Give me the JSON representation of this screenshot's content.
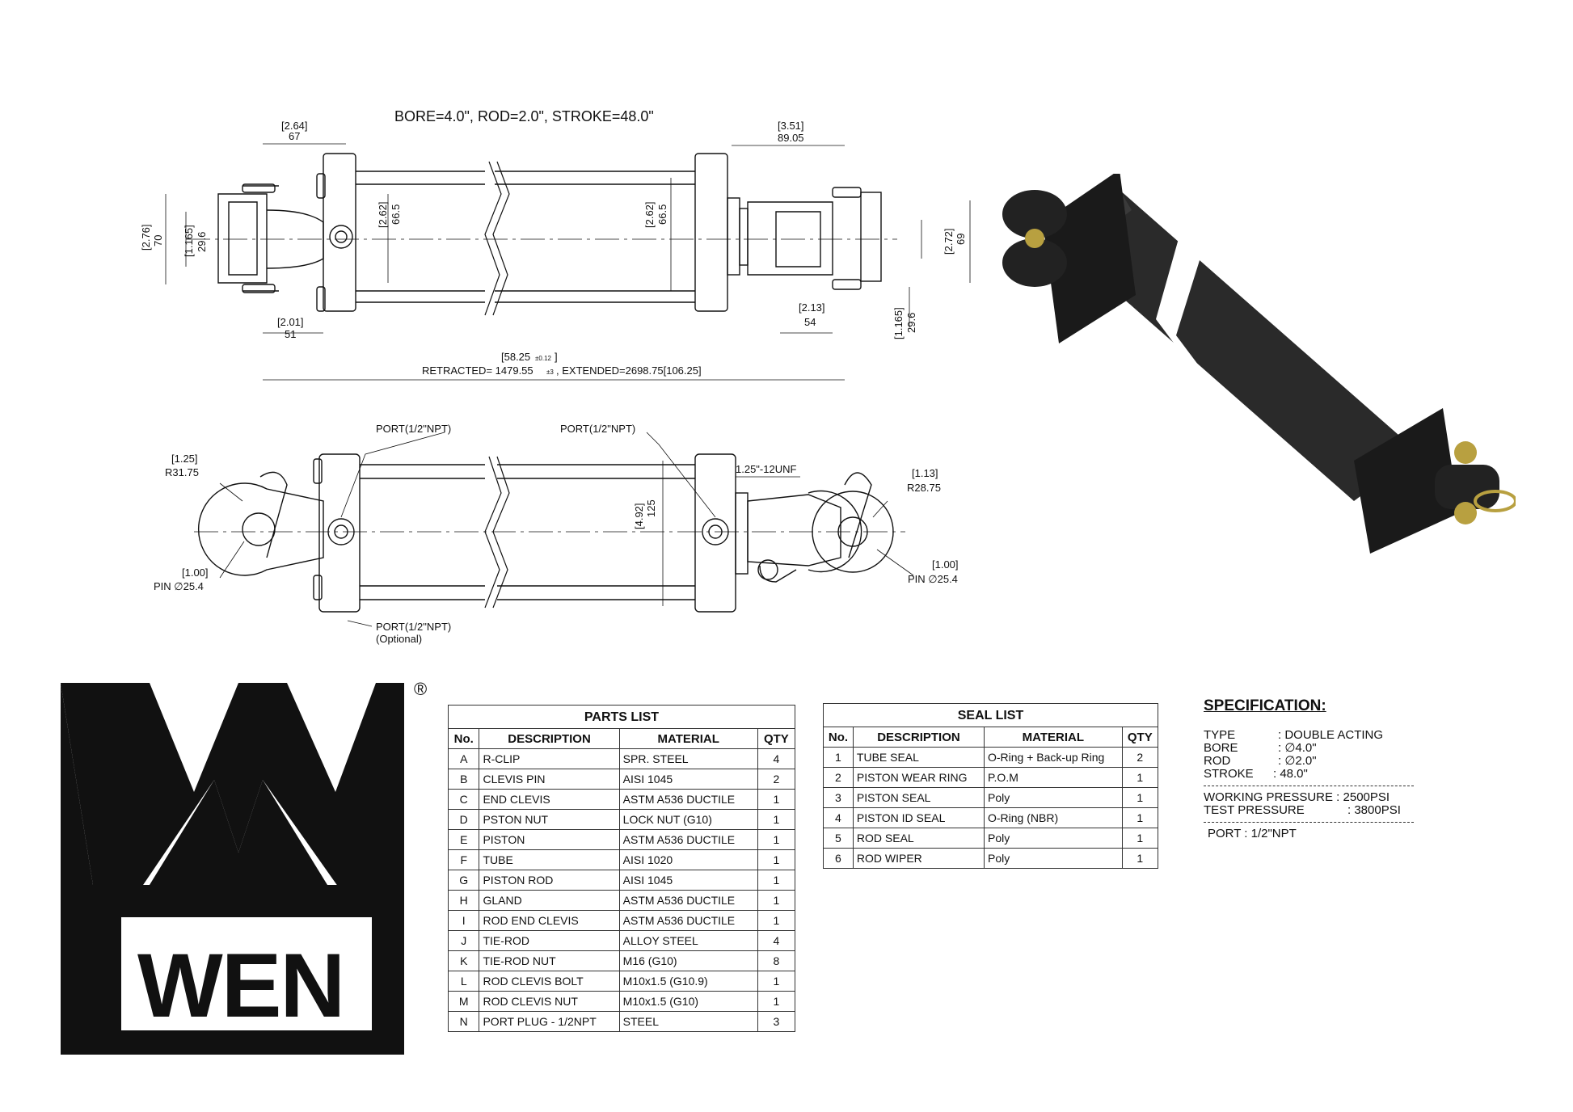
{
  "top_view": {
    "title": "BORE=4.0\", ROD=2.0\", STROKE=48.0\"",
    "dims": {
      "d1_in": "[2.64]",
      "d1_mm": "67",
      "d2_in": "[3.51]",
      "d2_mm": "89.05",
      "d3_in": "[2.76]",
      "d3_mm": "70",
      "d4_in": "[1.165]",
      "d4_mm": "29.6",
      "d5_in": "[2.62]",
      "d5_mm": "66.5",
      "d6_in": "[2.62]",
      "d6_mm": "66.5",
      "d7_in": "[2.72]",
      "d7_mm": "69",
      "d8_in": "[2.01]",
      "d8_mm": "51",
      "d9_in": "[2.13]",
      "d9_mm": "54",
      "d10_in": "[1.165]",
      "d10_mm": "29.6",
      "total_in": "[58.25",
      "total_tol": "±0.12",
      "total_close": "]",
      "total_line": "RETRACTED= 1479.55",
      "total_tol2": "±3",
      "total_line2": ", EXTENDED=2698.75[106.25]"
    }
  },
  "side_view": {
    "port1": "PORT(1/2\"NPT)",
    "port2": "PORT(1/2\"NPT)",
    "port3": "PORT(1/2\"NPT)",
    "port3_sub": "(Optional)",
    "thread": "1.25\"-12UNF",
    "r1_in": "[1.25]",
    "r1_mm": "R31.75",
    "r2_in": "[1.13]",
    "r2_mm": "R28.75",
    "pin1_in": "[1.00]",
    "pin1_mm": "PIN ∅25.4",
    "pin2_in": "[1.00]",
    "pin2_mm": "PIN ∅25.4",
    "h_in": "[4.92]",
    "h_mm": "125"
  },
  "logo": {
    "text": "WEN",
    "reg": "®"
  },
  "parts_list": {
    "title": "PARTS   LIST",
    "headers": [
      "No.",
      "DESCRIPTION",
      "MATERIAL",
      "QTY"
    ],
    "rows": [
      [
        "A",
        "R-CLIP",
        "SPR. STEEL",
        "4"
      ],
      [
        "B",
        "CLEVIS PIN",
        "AISI 1045",
        "2"
      ],
      [
        "C",
        "END CLEVIS",
        "ASTM A536 DUCTILE",
        "1"
      ],
      [
        "D",
        "PSTON NUT",
        "LOCK NUT (G10)",
        "1"
      ],
      [
        "E",
        "PISTON",
        "ASTM A536 DUCTILE",
        "1"
      ],
      [
        "F",
        "TUBE",
        "AISI 1020",
        "1"
      ],
      [
        "G",
        "PISTON ROD",
        "AISI 1045",
        "1"
      ],
      [
        "H",
        "GLAND",
        "ASTM A536 DUCTILE",
        "1"
      ],
      [
        "I",
        "ROD END CLEVIS",
        "ASTM A536 DUCTILE",
        "1"
      ],
      [
        "J",
        "TIE-ROD",
        "ALLOY STEEL",
        "4"
      ],
      [
        "K",
        "TIE-ROD NUT",
        "M16 (G10)",
        "8"
      ],
      [
        "L",
        "ROD CLEVIS BOLT",
        "M10x1.5 (G10.9)",
        "1"
      ],
      [
        "M",
        "ROD CLEVIS NUT",
        "M10x1.5 (G10)",
        "1"
      ],
      [
        "N",
        "PORT PLUG - 1/2NPT",
        "STEEL",
        "3"
      ]
    ]
  },
  "seal_list": {
    "title": "SEAL LIST",
    "headers": [
      "No.",
      "DESCRIPTION",
      "MATERIAL",
      "QTY"
    ],
    "rows": [
      [
        "1",
        "TUBE SEAL",
        "O-Ring + Back-up Ring",
        "2"
      ],
      [
        "2",
        "PISTON WEAR RING",
        "P.O.M",
        "1"
      ],
      [
        "3",
        "PISTON SEAL",
        "Poly",
        "1"
      ],
      [
        "4",
        "PISTON ID SEAL",
        "O-Ring (NBR)",
        "1"
      ],
      [
        "5",
        "ROD SEAL",
        "Poly",
        "1"
      ],
      [
        "6",
        "ROD WIPER",
        "Poly",
        "1"
      ]
    ]
  },
  "specification": {
    "title": "SPECIFICATION:",
    "type_k": "TYPE",
    "type_v": ": DOUBLE ACTING",
    "bore_k": "BORE",
    "bore_v": ": ∅4.0\"",
    "rod_k": "ROD",
    "rod_v": ": ∅2.0\"",
    "stroke_k": "STROKE",
    "stroke_v": ": 48.0\"",
    "wp": "WORKING PRESSURE : 2500PSI",
    "tp_k": "TEST PRESSURE",
    "tp_v": ": 3800PSI",
    "port": "PORT : 1/2\"NPT"
  },
  "colors": {
    "ink": "#111111",
    "body": "#1c1c1c",
    "brass": "#b8a040"
  }
}
